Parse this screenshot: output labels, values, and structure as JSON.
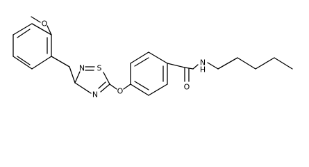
{
  "molecule": {
    "atoms": {
      "methoxy_oxygen": "O",
      "thiadiazole_n_top": "N",
      "thiadiazole_s": "S",
      "thiadiazole_n_bottom": "N",
      "ether_oxygen": "O",
      "amide_nitrogen": "N",
      "amide_hydrogen": "H",
      "amide_oxygen": "O"
    }
  }
}
